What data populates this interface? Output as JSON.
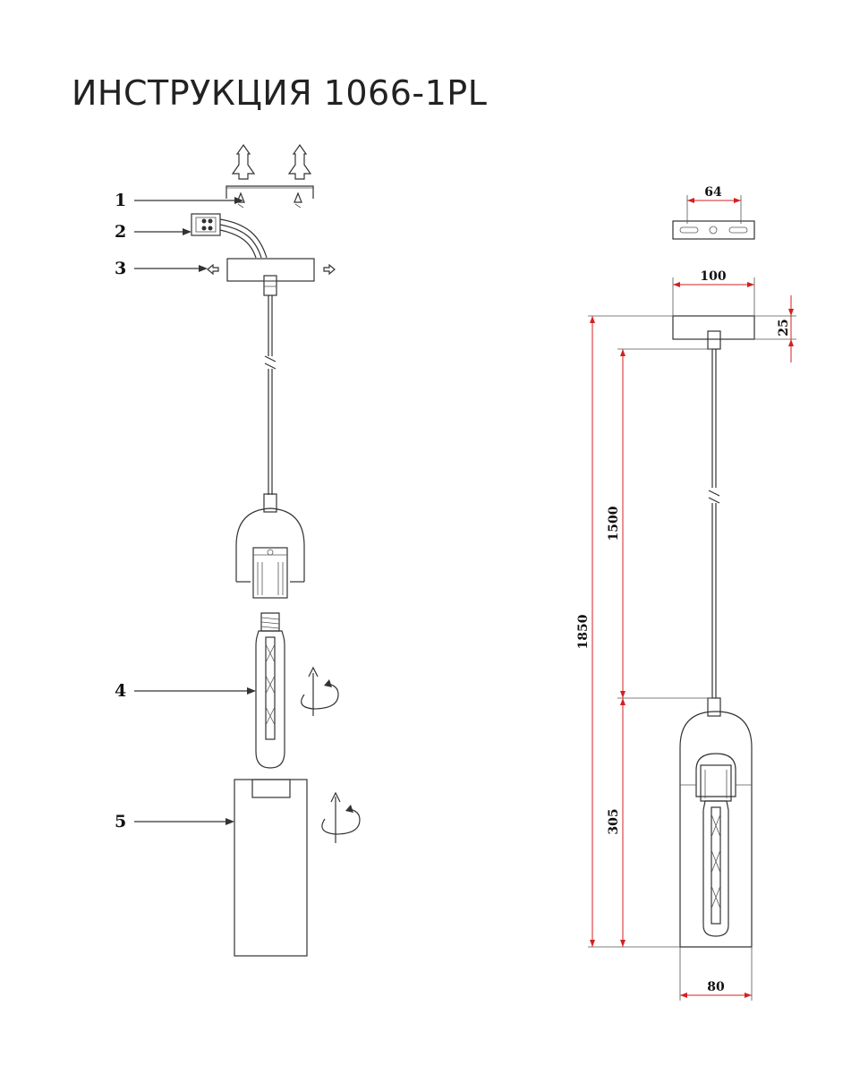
{
  "title": "ИНСТРУКЦИЯ 1066-1PL",
  "labels": [
    "1",
    "2",
    "3",
    "4",
    "5"
  ],
  "dimensions": {
    "bracket_width": "64",
    "canopy_width": "100",
    "canopy_height": "25",
    "cable_length": "1500",
    "total_height": "1850",
    "shade_height": "305",
    "shade_width": "80"
  },
  "colors": {
    "line": "#333333",
    "dimension": "#d42020",
    "text": "#111111"
  }
}
